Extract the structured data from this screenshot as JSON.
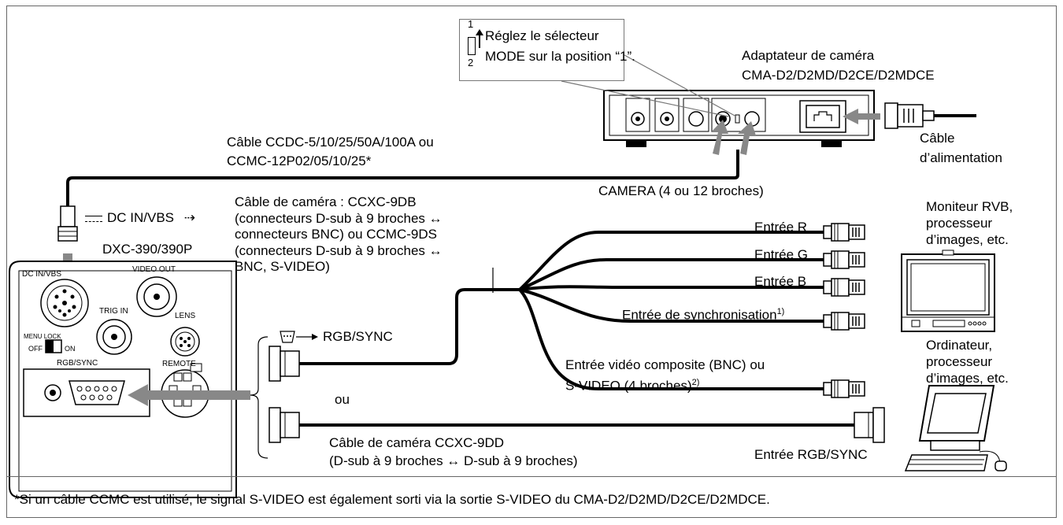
{
  "callout": {
    "switch_top": "1",
    "switch_bottom": "2",
    "line1": "Réglez le sélecteur",
    "line2": "MODE sur la position “1”."
  },
  "adapter": {
    "line1": "Adaptateur de caméra",
    "line2": "CMA-D2/D2MD/D2CE/D2MDCE"
  },
  "power_cable": {
    "line1": "Câble",
    "line2": "d’alimentation"
  },
  "camera_connector": "CAMERA (4 ou 12 broches)",
  "ccdc_cable": {
    "line1": "Câble CCDC-5/10/25/50A/100A ou",
    "line2": "CCMC-12P02/05/10/25*"
  },
  "dc_in_label": "DC IN/VBS",
  "camera_cable": {
    "line1": "Câble de caméra : CCXC-9DB",
    "line2": "(connecteurs D-sub à 9 broches ↔",
    "line3": "connecteurs BNC) ou CCMC-9DS",
    "line4": "(connecteurs D-sub à 9 broches ↔",
    "line5": "BNC, S-VIDEO)"
  },
  "camera_model": "DXC-390/390P",
  "camera_panel": {
    "dc_in": "DC IN/VBS",
    "video_out": "VIDEO OUT",
    "trig_in": "TRIG IN",
    "lens": "LENS",
    "menu_lock": "MENU LOCK",
    "off": "OFF",
    "on": "ON",
    "rgb_sync": "RGB/SYNC",
    "remote": "REMOTE"
  },
  "rgb_sync_label": "RGB/SYNC",
  "ou_label": "ou",
  "inputs": {
    "r": "Entrée R",
    "g": "Entrée G",
    "b": "Entrée B",
    "sync": "Entrée de synchronisation",
    "sync_note": "1)",
    "composite_line1": "Entrée vidéo composite (BNC) ou",
    "composite_line2": "S-VIDEO (4 broches)",
    "composite_note": "2)",
    "rgb_sync": "Entrée RGB/SYNC"
  },
  "ccxc9dd_cable": {
    "line1": "Câble de caméra CCXC-9DD",
    "line2": "(D-sub à 9 broches ↔ D-sub à 9 broches)"
  },
  "monitor": {
    "line1": "Moniteur RVB,",
    "line2": "processeur",
    "line3": "d’images, etc."
  },
  "computer": {
    "line1": "Ordinateur,",
    "line2": "processeur",
    "line3": "d’images, etc."
  },
  "footnote": "*Si un câble CCMC est utilisé, le signal S-VIDEO est également sorti via la sortie S-VIDEO du CMA-D2/D2MD/D2CE/D2MDCE."
}
